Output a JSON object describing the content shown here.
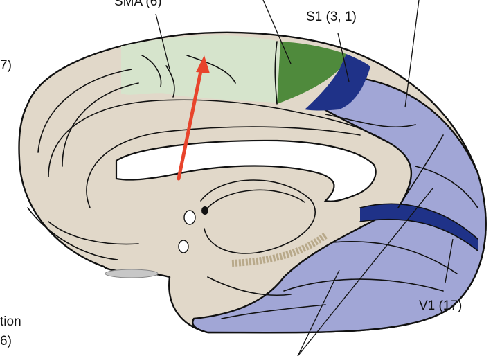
{
  "labels": {
    "sma": "SMA (6)",
    "s1": "S1 (3, 1)",
    "v1": "V1 (17)",
    "left_partial_top": "7)",
    "left_partial_bottom_1": "tion",
    "left_partial_bottom_2": "6)"
  },
  "colors": {
    "background": "#ffffff",
    "cortex_base": "#e1d8c9",
    "sma_region": "#d6e4cc",
    "premotor_region": "#4f8a3c",
    "s1_region": "#1f3288",
    "association_region": "#a1a6d6",
    "v1_band": "#1f3288",
    "callosum": "#ffffff",
    "arrow": "#e8442c",
    "outline": "#111111"
  },
  "icons": {
    "arrow": "red-up-arrow"
  }
}
